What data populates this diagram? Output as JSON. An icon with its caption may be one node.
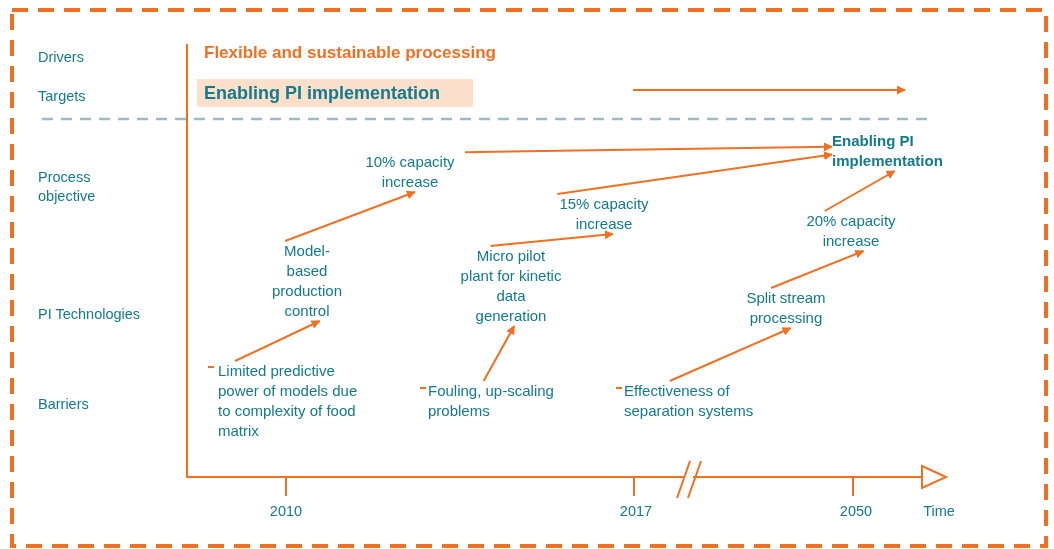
{
  "diagram": {
    "nodes": [
      {
        "text": [
          "Flexible and sustainable processing"
        ]
      },
      {
        "text": [
          "Enabling PI implementation"
        ]
      },
      {
        "text": [
          "10% capacity increase"
        ]
      },
      {
        "text": [
          "Model-based production control"
        ]
      },
      {
        "text": [
          "Limited predictive power of models due to complexity of food matrix"
        ]
      },
      {
        "text": [
          "15% capacity increase"
        ]
      },
      {
        "text": [
          "Micro pilot plant for kinetic data generation"
        ]
      },
      {
        "text": [
          "Fouling, up-scaling problems"
        ]
      },
      {
        "text": [
          "Enabling PI implementation"
        ]
      },
      {
        "text": [
          "20% capacity increase"
        ]
      },
      {
        "text": [
          "Split stream processing"
        ]
      },
      {
        "text": [
          "Effectiveness of separation systems"
        ]
      }
    ],
    "edges": [
      {
        "from": 4,
        "to": 3,
        "arrow": "to"
      },
      {
        "from": 3,
        "to": 2,
        "arrow": "to"
      },
      {
        "from": 2,
        "to": 8,
        "arrow": "to"
      },
      {
        "from": 7,
        "to": 6,
        "arrow": "to"
      },
      {
        "from": 6,
        "to": 5,
        "arrow": "to"
      },
      {
        "from": 5,
        "to": 8,
        "arrow": "to"
      },
      {
        "from": 11,
        "to": 10,
        "arrow": "to"
      },
      {
        "from": 10,
        "to": 9,
        "arrow": "to"
      },
      {
        "from": 9,
        "to": 8,
        "arrow": "to"
      }
    ],
    "labels": [
      "Drivers",
      "Targets",
      "Process objective",
      "PI Technologies",
      "Barriers",
      "2010",
      "2017",
      "2050",
      "Time"
    ]
  }
}
